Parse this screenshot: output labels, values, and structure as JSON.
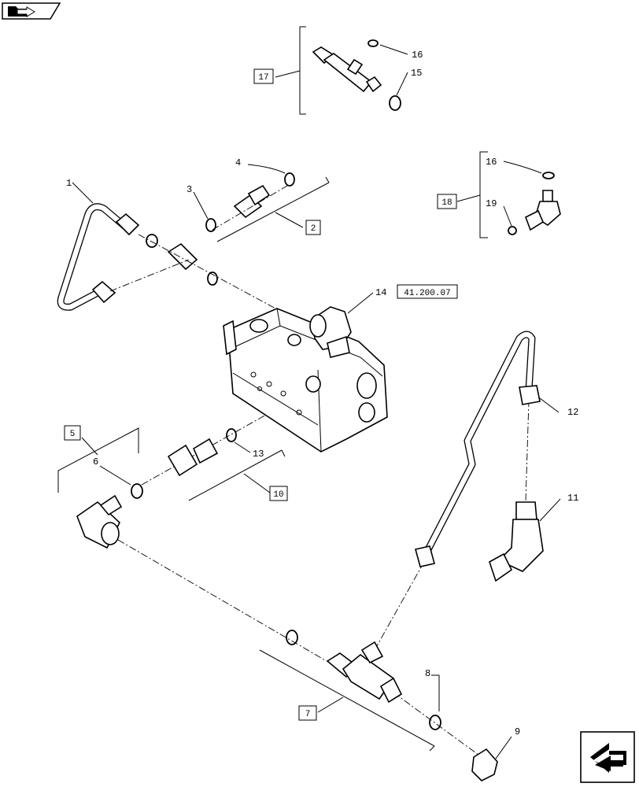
{
  "navigation": {
    "back_icon": "folder-arrow-icon",
    "forward_icon": "next-page-arrow-icon"
  },
  "callouts": {
    "c1": "1",
    "c3": "3",
    "c4": "4",
    "c6": "6",
    "c8": "8",
    "c9": "9",
    "c11": "11",
    "c12": "12",
    "c13": "13",
    "c14": "14",
    "c15": "15",
    "c16a": "16",
    "c16b": "16",
    "c19": "19"
  },
  "boxes": {
    "b2": "2",
    "b5": "5",
    "b7": "7",
    "b10": "10",
    "b17": "17",
    "b18": "18",
    "ref": "41.200.07"
  }
}
